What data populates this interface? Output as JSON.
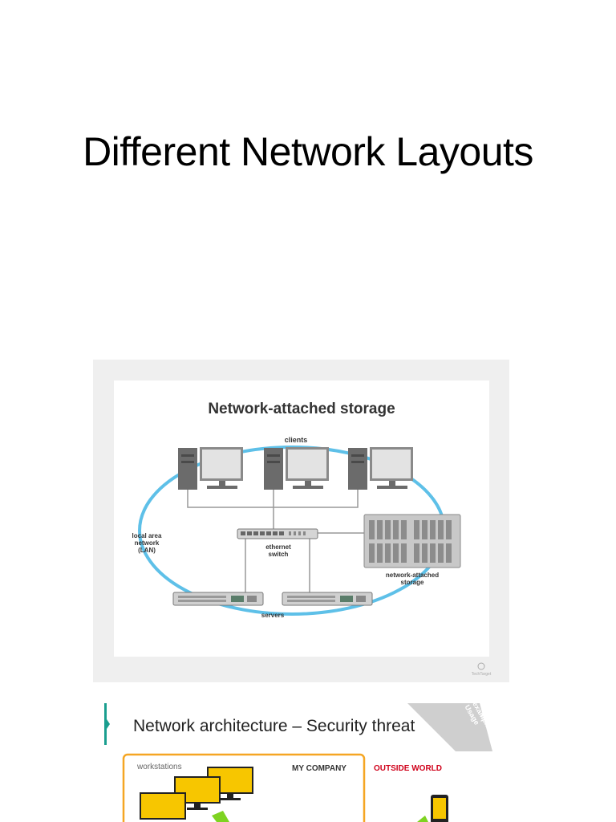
{
  "slide": {
    "title": "Different Network Layouts"
  },
  "nas_diagram": {
    "title": "Network-attached storage",
    "labels": {
      "clients": "clients",
      "lan_line1": "local area",
      "lan_line2": "network",
      "lan_line3": "(LAN)",
      "switch_line1": "ethernet",
      "switch_line2": "switch",
      "nas_line1": "network-attached",
      "nas_line2": "storage",
      "servers": "servers"
    },
    "watermark": "TechTarget",
    "colors": {
      "lan_ring": "#5ec0e8",
      "device": "#6b6b6b",
      "screen": "#dcdcdc",
      "panel": "#ffffff",
      "frame": "#efefef"
    }
  },
  "security_diagram": {
    "title": "Network architecture – Security threat",
    "badge_line1": "Usage",
    "badge_line2": "example",
    "badge_line3": "fully editable",
    "company_label": "MY COMPANY",
    "workstations_label": "workstations",
    "outside_label": "OUTSIDE WORLD",
    "colors": {
      "accent": "#1a9e8f",
      "company_border": "#f5a623",
      "outside_text": "#d0021b",
      "monitor": "#f7c600",
      "arrow": "#7ed321"
    }
  }
}
